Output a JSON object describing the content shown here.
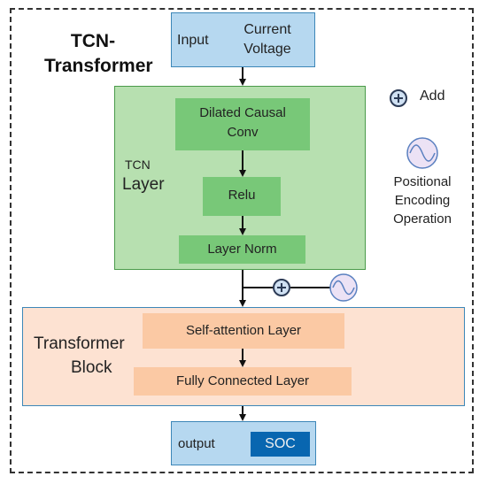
{
  "title_line1": "TCN-",
  "title_line2": "Transformer",
  "input": {
    "label": "Input",
    "current": "Current",
    "voltage": "Voltage"
  },
  "tcn": {
    "label_small": "TCN",
    "label_big": "Layer",
    "dilated_line1": "Dilated Causal",
    "dilated_line2": "Conv",
    "relu": "Relu",
    "layer_norm": "Layer Norm"
  },
  "legend": {
    "add": "Add",
    "pe_line1": "Positional",
    "pe_line2": "Encoding",
    "pe_line3": "Operation"
  },
  "transformer": {
    "label_line1": "Transformer",
    "label_line2": "Block",
    "self_attention": "Self-attention Layer",
    "fully_connected": "Fully Connected Layer"
  },
  "output": {
    "label": "output",
    "soc": "SOC"
  }
}
